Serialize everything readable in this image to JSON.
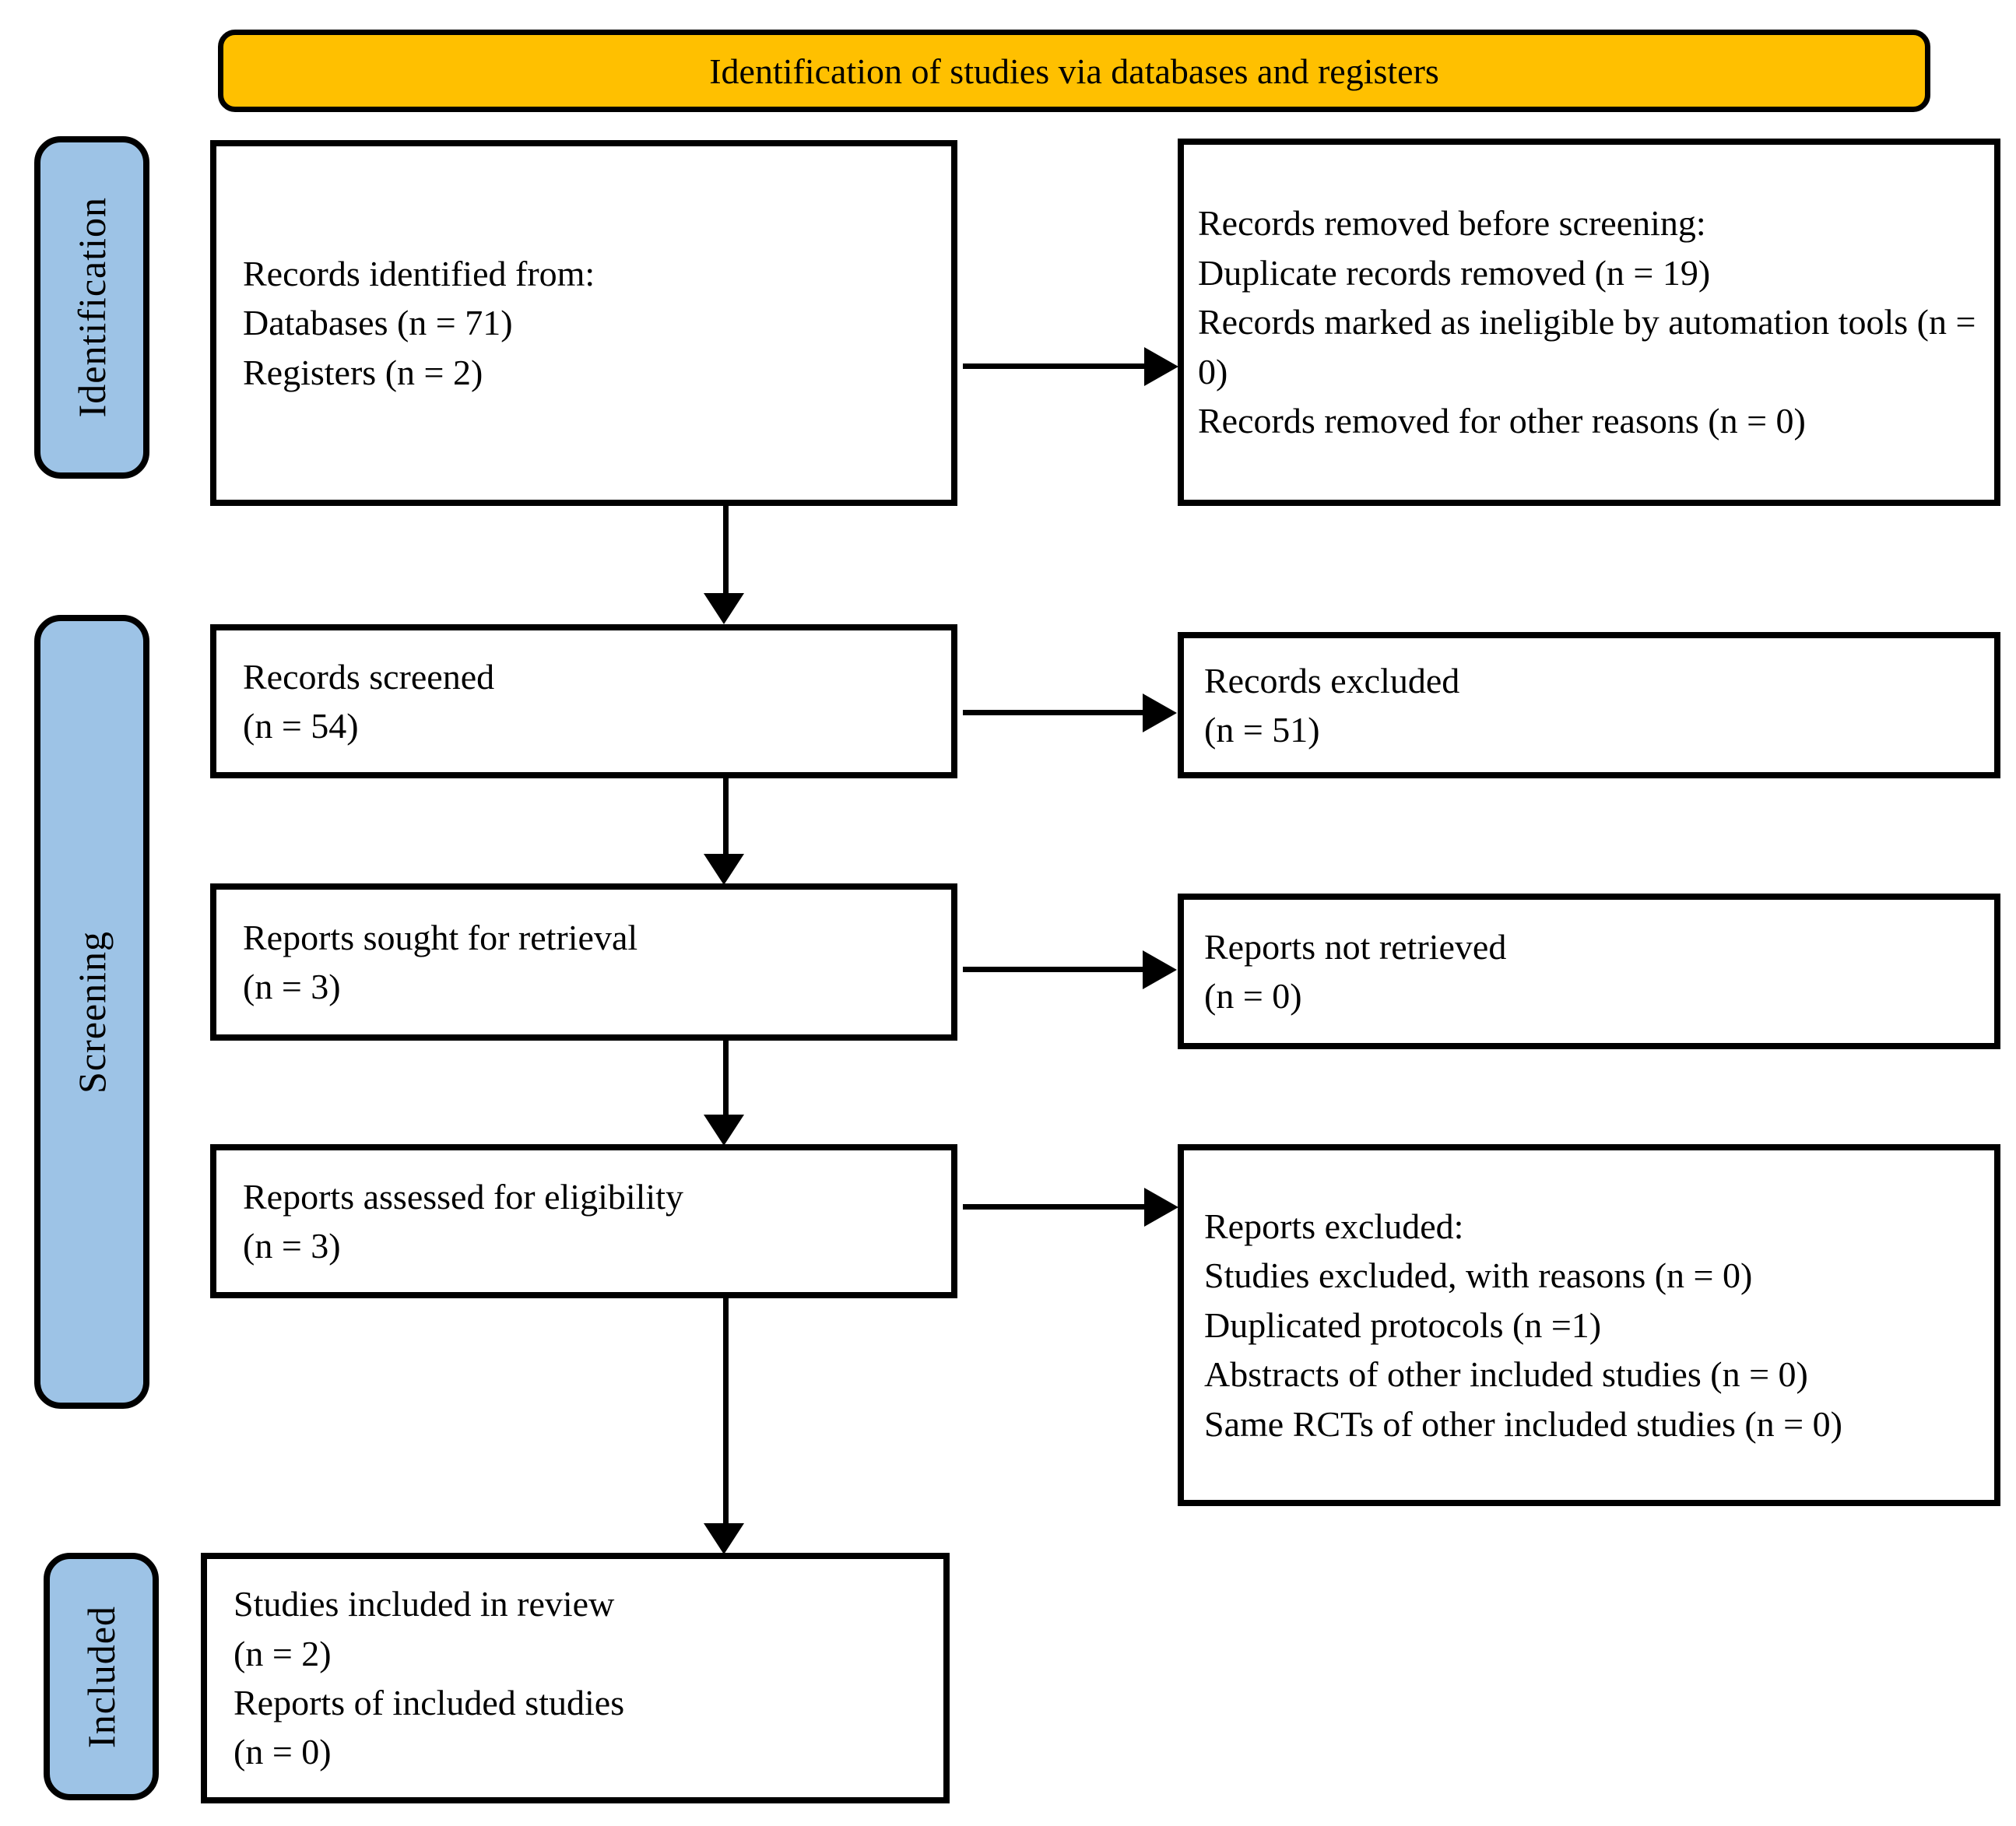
{
  "banner": {
    "title": "Identification of studies via databases and registers"
  },
  "stages": {
    "identification": "Identification",
    "screening": "Screening",
    "included": "Included"
  },
  "boxes": {
    "records_identified": "Records identified from:\nDatabases (n = 71)\nRegisters (n = 2)",
    "records_removed": "Records removed before screening:\nDuplicate records removed  (n = 19)\nRecords marked as ineligible by automation tools (n = 0)\nRecords removed for other reasons (n = 0)",
    "records_screened": "Records screened\n(n = 54)",
    "records_excluded": "Records excluded\n(n = 51)",
    "reports_sought": "Reports sought for retrieval\n(n = 3)",
    "reports_not_retrieved": "Reports not retrieved\n(n = 0)",
    "reports_assessed": "Reports assessed for eligibility\n(n = 3)",
    "reports_excluded": "Reports excluded:\nStudies excluded, with reasons (n = 0)\nDuplicated protocols (n =1)\nAbstracts of other included studies (n = 0)\nSame RCTs of other included studies (n = 0)",
    "studies_included": "Studies included in review\n(n = 2)\nReports of included studies\n(n = 0)"
  },
  "colors": {
    "banner_bg": "#FFC000",
    "stage_bg": "#9DC3E6",
    "border": "#000000"
  }
}
